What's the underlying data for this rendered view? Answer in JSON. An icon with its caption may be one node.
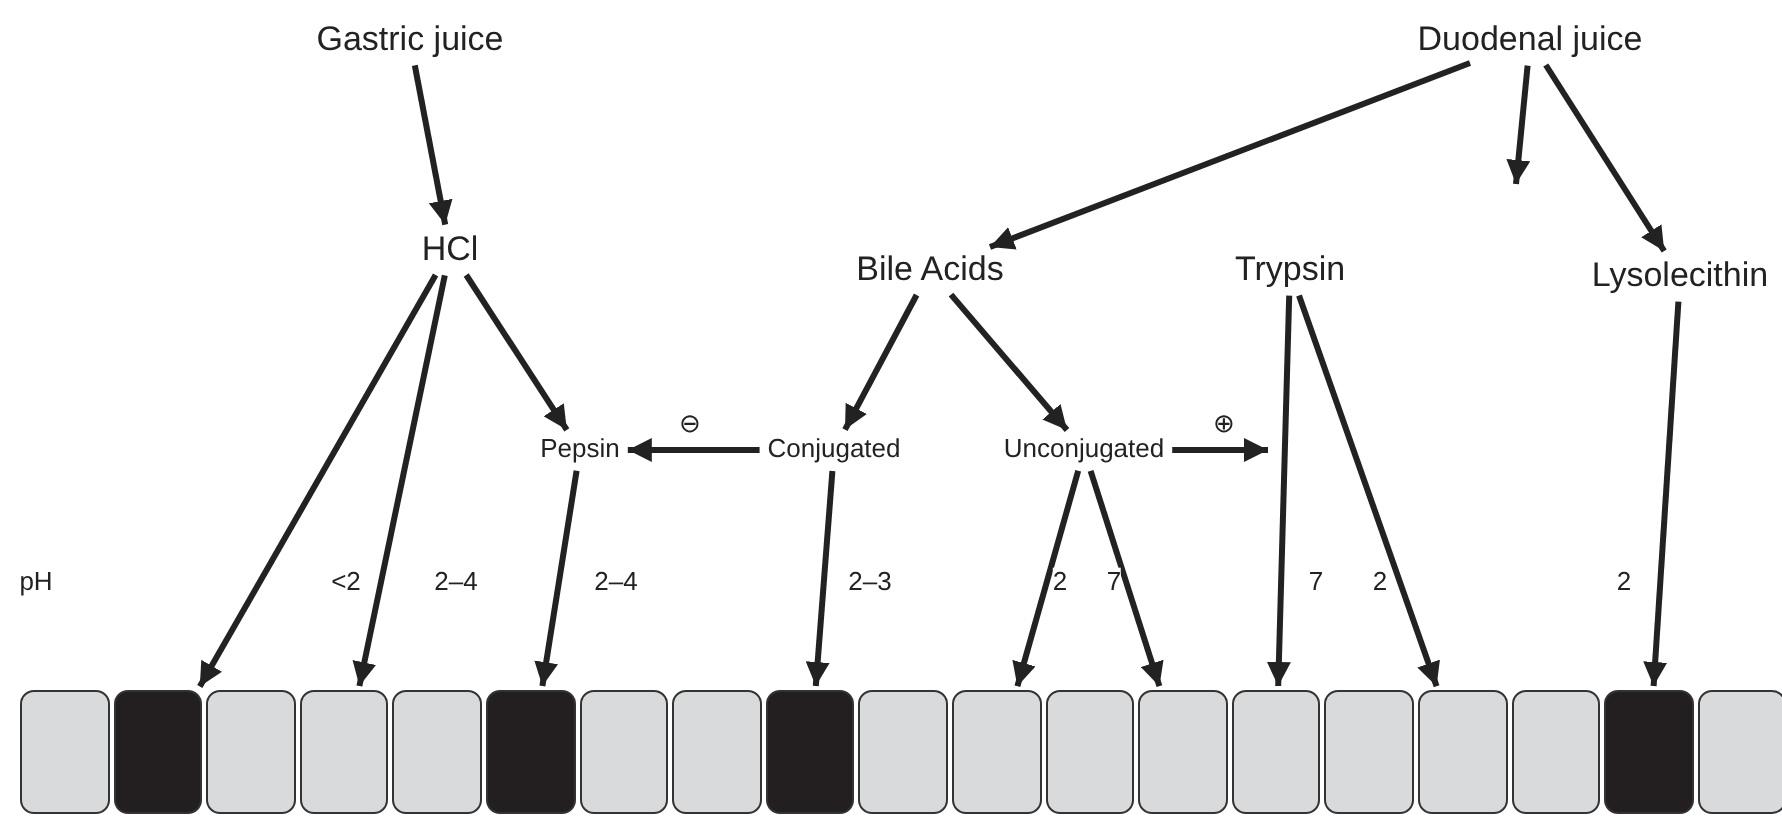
{
  "diagram": {
    "nodes": [
      {
        "text": [
          "Gastric juice"
        ]
      },
      {
        "text": [
          "Duodenal juice"
        ]
      },
      {
        "text": [
          "HCl"
        ]
      },
      {
        "text": [
          "Bile Acids"
        ]
      },
      {
        "text": [
          "Trypsin"
        ]
      },
      {
        "text": [
          "Lysolecithin"
        ]
      },
      {
        "text": [
          "Pepsin"
        ]
      },
      {
        "text": [
          "Conjugated"
        ]
      },
      {
        "text": [
          "Unconjugated"
        ]
      },
      {
        "text": [],
        "shape": "box"
      },
      {
        "text": [],
        "shape": "box"
      },
      {
        "text": [],
        "shape": "box"
      },
      {
        "text": [],
        "shape": "box"
      },
      {
        "text": [],
        "shape": "box"
      },
      {
        "text": [],
        "shape": "box"
      },
      {
        "text": [],
        "shape": "box"
      },
      {
        "text": [],
        "shape": "box"
      },
      {
        "text": [],
        "shape": "box"
      },
      {
        "text": [],
        "shape": "box"
      },
      {
        "text": [],
        "shape": "box"
      },
      {
        "text": [],
        "shape": "box"
      },
      {
        "text": [],
        "shape": "box"
      },
      {
        "text": [],
        "shape": "box"
      },
      {
        "text": [],
        "shape": "box"
      },
      {
        "text": [],
        "shape": "box"
      },
      {
        "text": [],
        "shape": "box"
      },
      {
        "text": [],
        "shape": "box"
      },
      {
        "text": [],
        "shape": "box"
      }
    ],
    "edges": [
      {
        "from": 0,
        "to": 2,
        "arrow": "to"
      },
      {
        "from": 1,
        "to": 3,
        "arrow": "to"
      },
      {
        "from": 1,
        "to": null,
        "arrow": "to"
      },
      {
        "from": 1,
        "to": 5,
        "arrow": "to"
      },
      {
        "from": 2,
        "to": 10,
        "arrow": "to",
        "label": "<2"
      },
      {
        "from": 2,
        "to": 12,
        "arrow": "to",
        "label": "2–4"
      },
      {
        "from": 2,
        "to": 6,
        "arrow": "to"
      },
      {
        "from": 6,
        "to": 14,
        "arrow": "to",
        "label": "2–4"
      },
      {
        "from": 7,
        "to": 6,
        "arrow": "to",
        "label": "⊖"
      },
      {
        "from": 3,
        "to": 7,
        "arrow": "to"
      },
      {
        "from": 3,
        "to": 8,
        "arrow": "to"
      },
      {
        "from": 7,
        "to": 17,
        "arrow": "to",
        "label": "2–3"
      },
      {
        "from": 8,
        "to": 19,
        "arrow": "to",
        "label": "2"
      },
      {
        "from": 8,
        "to": 21,
        "arrow": "to",
        "label": "7"
      },
      {
        "from": 8,
        "to": null,
        "arrow": "to",
        "label": "⊕"
      },
      {
        "from": 4,
        "to": 22,
        "arrow": "to",
        "label": "7"
      },
      {
        "from": 4,
        "to": 24,
        "arrow": "to",
        "label": "2"
      },
      {
        "from": 5,
        "to": 26,
        "arrow": "to",
        "label": "2"
      }
    ],
    "labels": [
      "pH"
    ]
  }
}
